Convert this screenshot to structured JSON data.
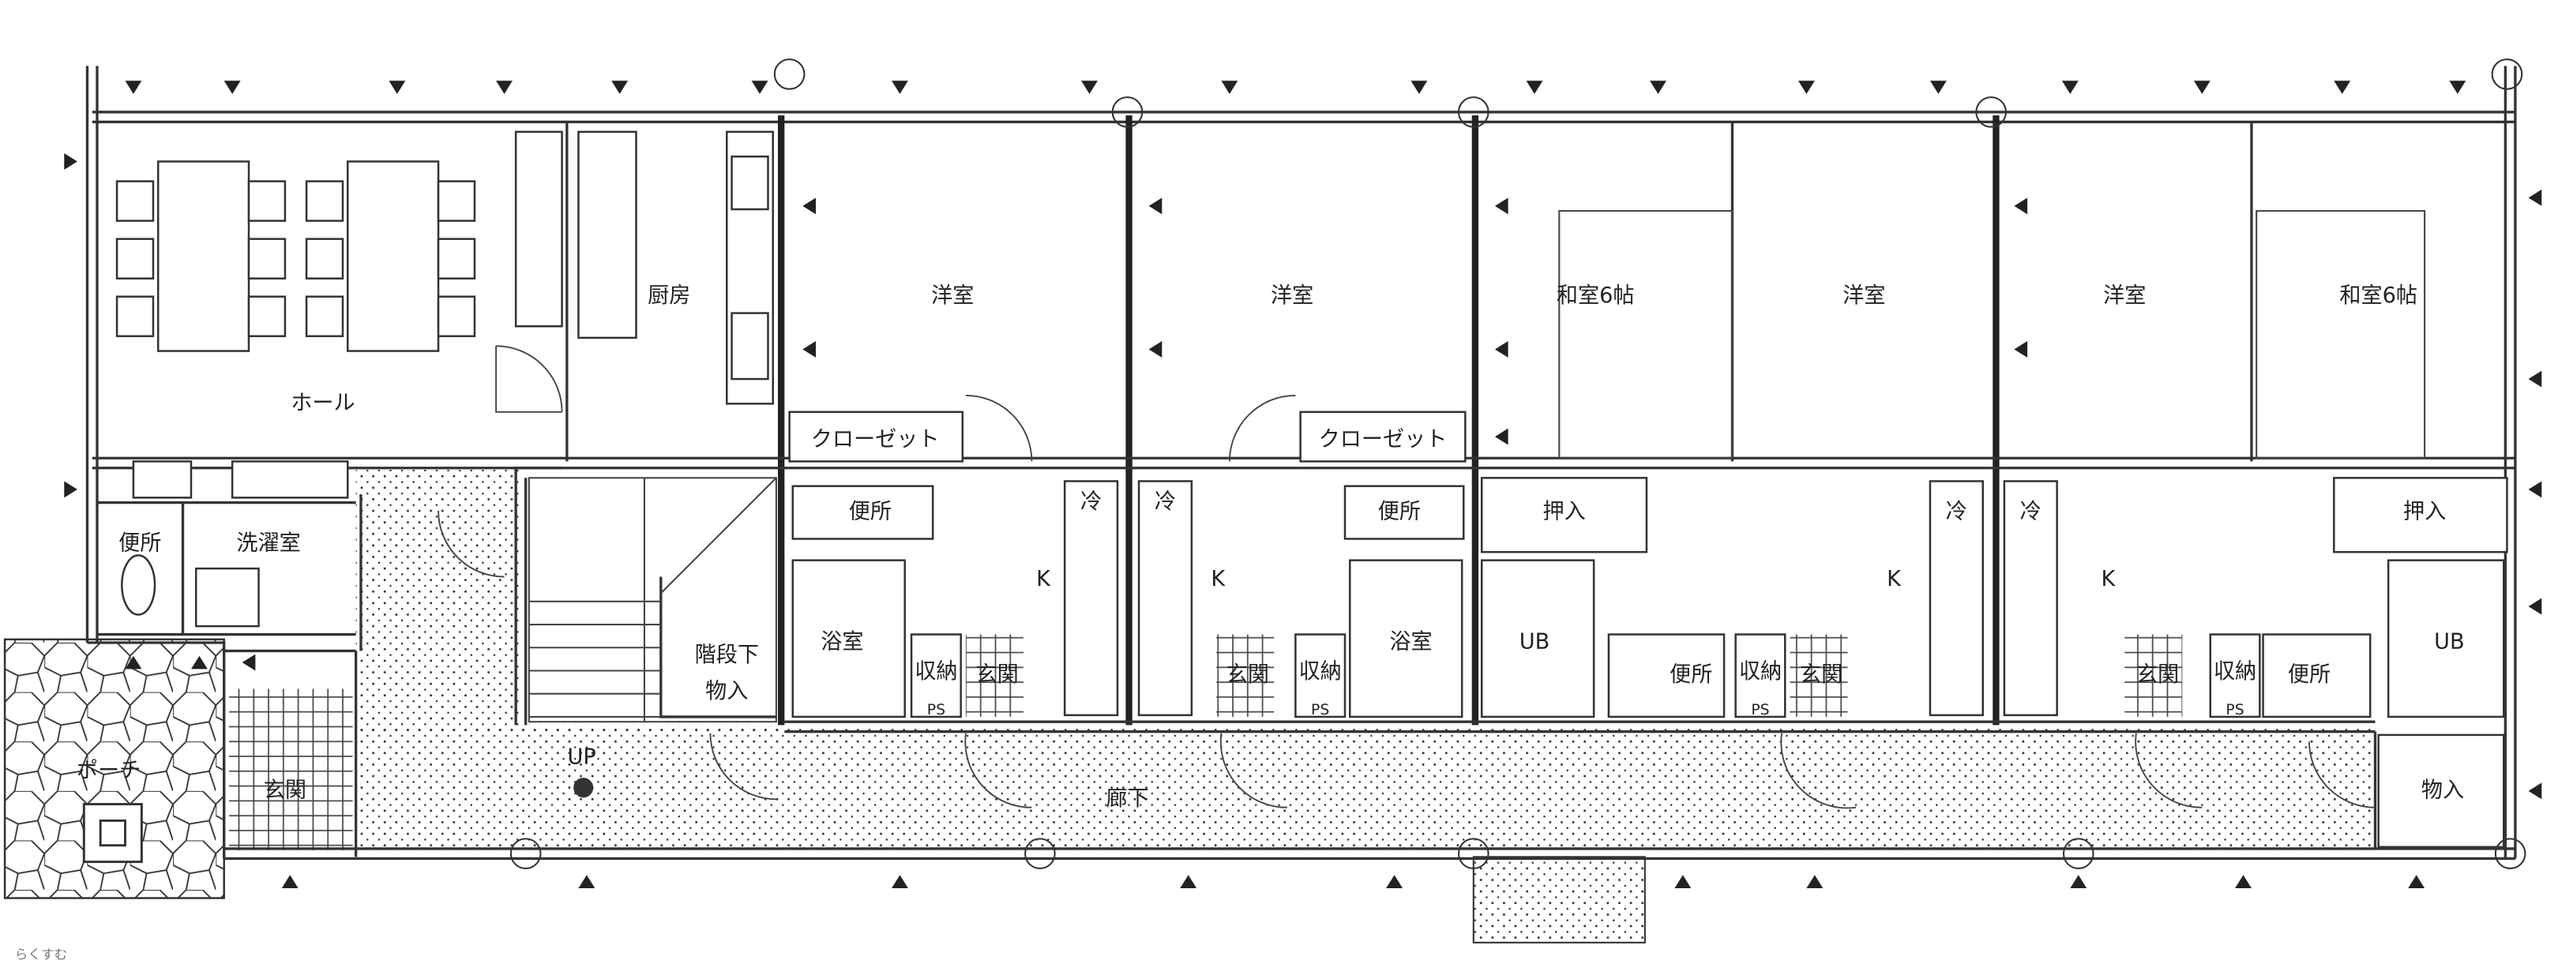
{
  "plan": {
    "rooms": {
      "hall": "ホール",
      "kitchen": "厨房",
      "western_1": "洋室",
      "western_2": "洋室",
      "japanese_1": "和室6帖",
      "western_3": "洋室",
      "western_4": "洋室",
      "japanese_2": "和室6帖",
      "closet_1": "クローゼット",
      "closet_2": "クローゼット",
      "toilet_1": "便所",
      "toilet_2": "便所",
      "toilet_3": "便所",
      "toilet_4": "便所",
      "toilet_hall": "便所",
      "laundry": "洗濯室",
      "oshiire_1": "押入",
      "oshiire_2": "押入",
      "fridge_1": "冷",
      "fridge_2": "冷",
      "fridge_3": "冷",
      "fridge_4": "冷",
      "k_1": "K",
      "k_2": "K",
      "k_3": "K",
      "k_4": "K",
      "bath_1": "浴室",
      "bath_2": "浴室",
      "ub_1": "UB",
      "ub_2": "UB",
      "storage_1": "収納",
      "storage_2": "収納",
      "storage_3": "収納",
      "storage_4": "収納",
      "ps_1": "PS",
      "ps_2": "PS",
      "ps_3": "PS",
      "ps_4": "PS",
      "genkan_1": "玄関",
      "genkan_2": "玄関",
      "genkan_3": "玄関",
      "genkan_4": "玄関",
      "genkan_main": "玄関",
      "under_stairs_1": "階段下",
      "under_stairs_2": "物入",
      "porch": "ポーチ",
      "up": "UP",
      "corridor": "廊下",
      "storage_end": "物入"
    },
    "logo_text": "らくすむ"
  }
}
